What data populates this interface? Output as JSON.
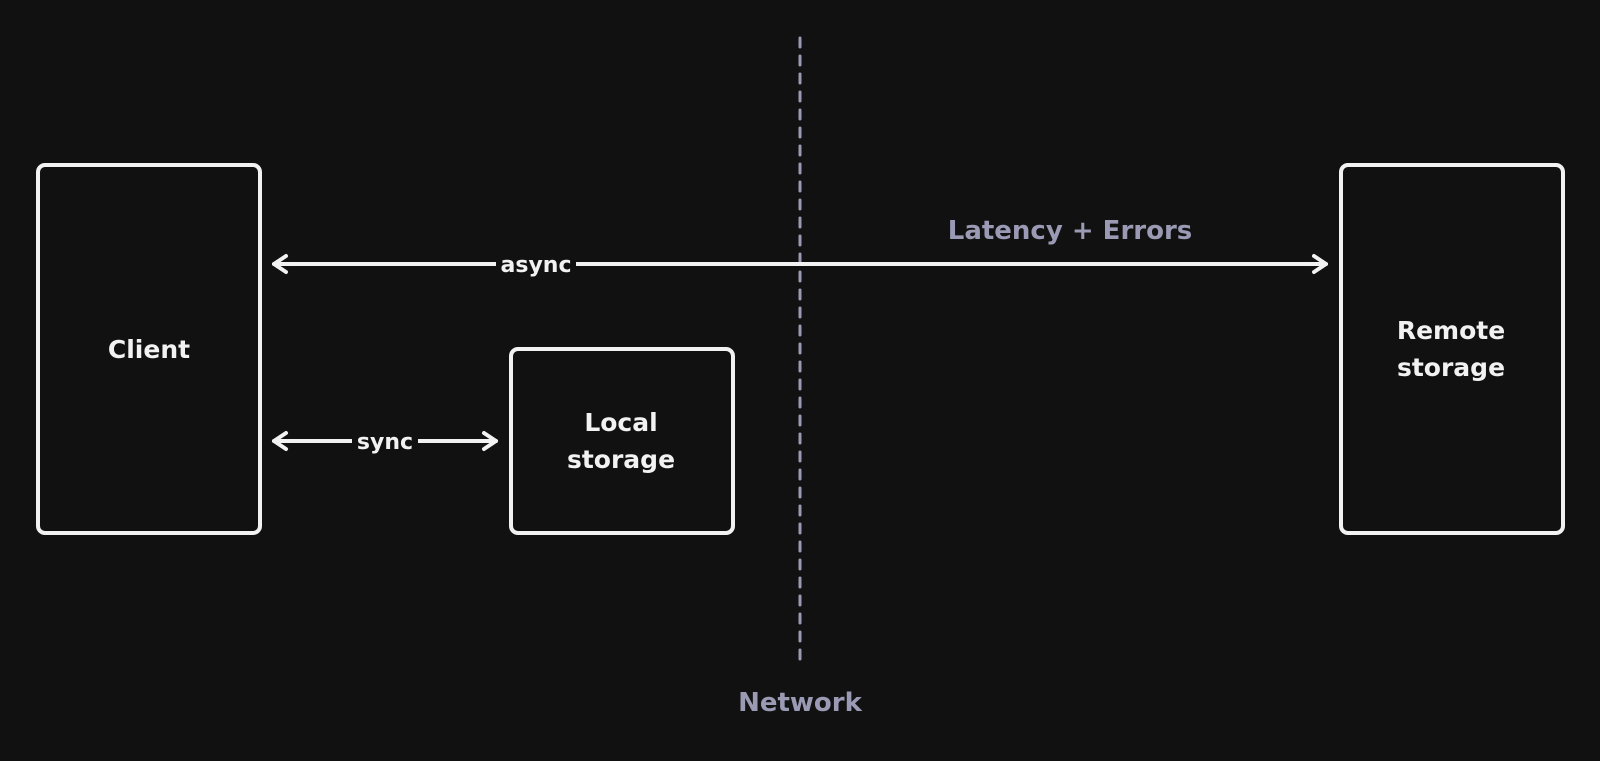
{
  "colors": {
    "background": "#121112",
    "stroke": "#f2f2f2",
    "muted": "#9a9ab4"
  },
  "nodes": {
    "client": {
      "label": "Client"
    },
    "local_storage": {
      "label_line1": "Local",
      "label_line2": "storage"
    },
    "remote_storage": {
      "label_line1": "Remote",
      "label_line2": "storage"
    }
  },
  "edges": {
    "async": {
      "label": "async",
      "note": "Latency + Errors"
    },
    "sync": {
      "label": "sync"
    }
  },
  "divider": {
    "label": "Network"
  }
}
